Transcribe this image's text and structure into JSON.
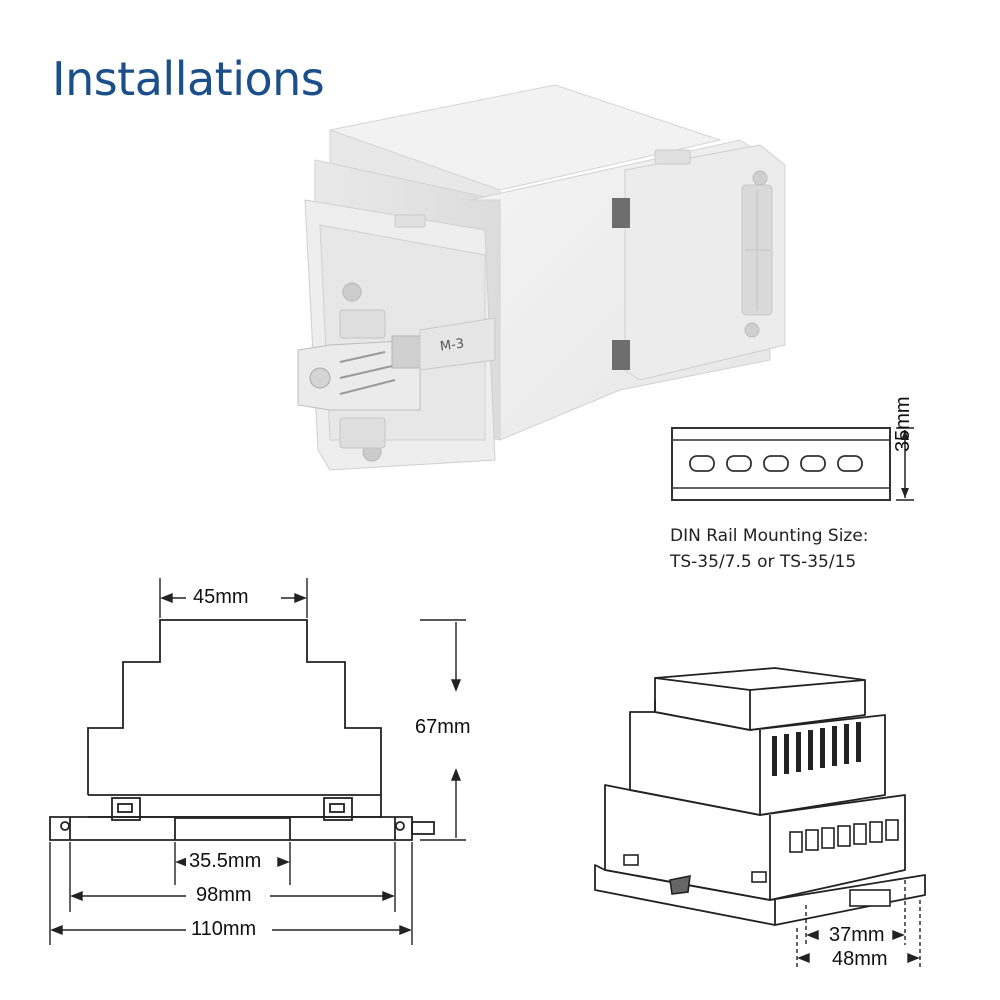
{
  "title": "Installations",
  "product_label": "M-3",
  "rail": {
    "height_label": "35mm",
    "caption_line1": "DIN Rail Mounting Size:",
    "caption_line2": "TS-35/7.5 or TS-35/15"
  },
  "front_view": {
    "top_width": "45mm",
    "height": "67mm",
    "clip_width": "35.5mm",
    "hole_spacing": "98mm",
    "overall_width": "110mm"
  },
  "iso_view": {
    "rail_clip_width": "37mm",
    "base_width": "48mm"
  }
}
